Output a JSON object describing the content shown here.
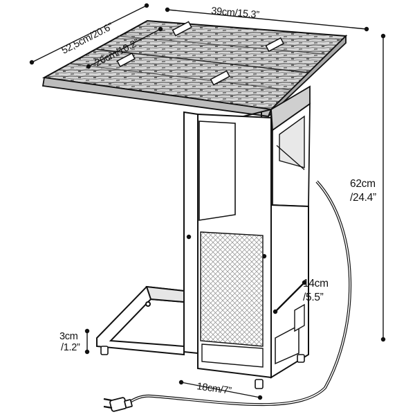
{
  "figure": {
    "colors": {
      "ink": "#111111",
      "wood_light": "#cfcfcf",
      "wood_dark": "#6a6a6a",
      "mesh": "#9a9a9a",
      "background": "#ffffff"
    },
    "dimensions": {
      "top_width": "39cm/15.3”",
      "top_depth": "52,5cm/20.6”",
      "flap_depth": "26cm/10.2”",
      "height_cm": "62cm",
      "height_in": "/24.4”",
      "cable_hole_cm": "14cm",
      "cable_hole_in": "/5.5”",
      "clearance_cm": "3cm",
      "clearance_in": "/1.2”",
      "base_width": "18cm/7”"
    },
    "icons": {
      "power_plug": "power-plug-icon",
      "caster": "caster-wheel-icon"
    }
  }
}
